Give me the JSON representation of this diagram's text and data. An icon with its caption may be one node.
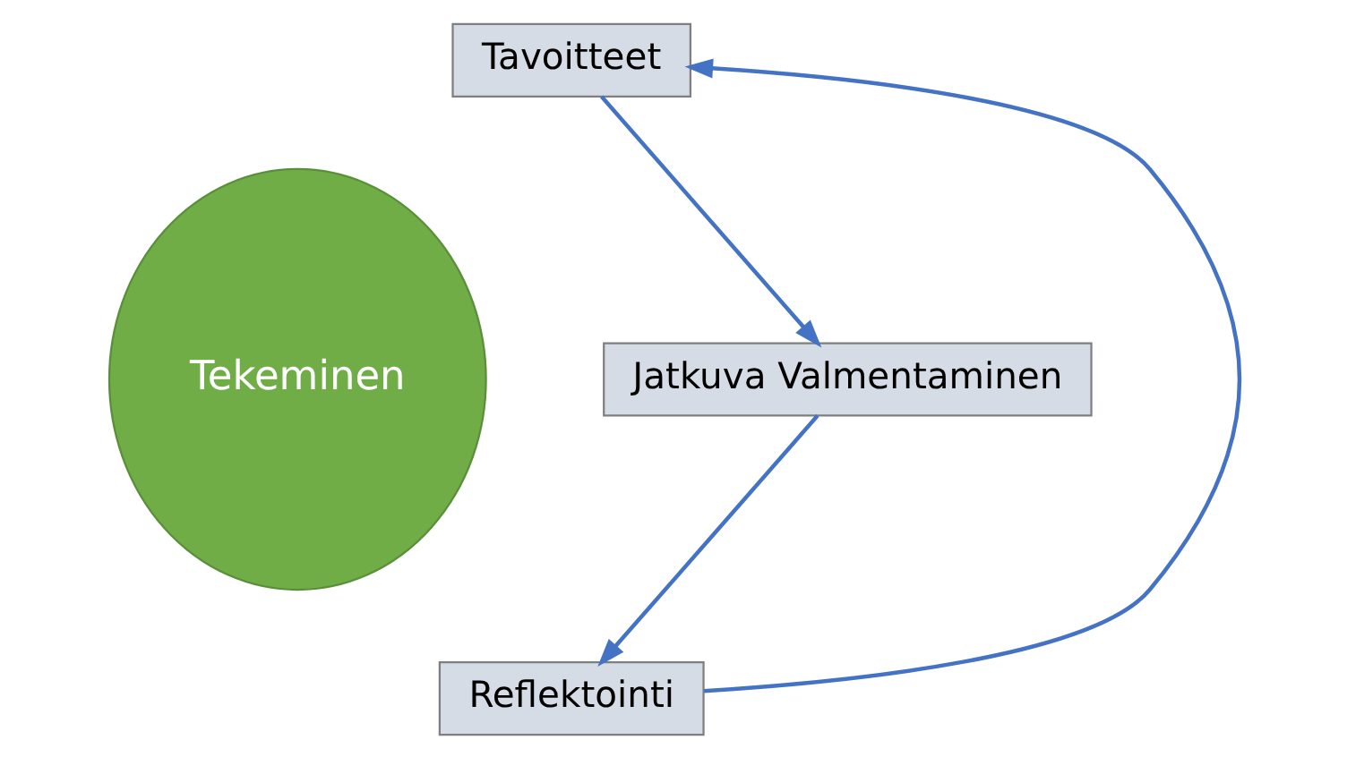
{
  "diagram": {
    "nodes": [
      {
        "text": [
          "Tavoitteet"
        ]
      },
      {
        "text": [
          "Tekeminen"
        ]
      },
      {
        "text": [
          "Jatkuva Valmentaminen"
        ]
      },
      {
        "text": [
          "Reflektointi"
        ]
      }
    ],
    "edges": [
      {
        "from": 0,
        "to": 2,
        "arrow": "to"
      },
      {
        "from": 2,
        "to": 3,
        "arrow": "to"
      },
      {
        "from": 3,
        "to": 0,
        "arrow": "to"
      }
    ]
  }
}
